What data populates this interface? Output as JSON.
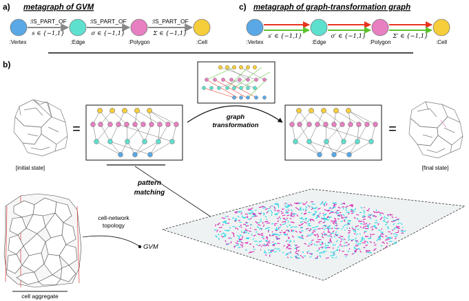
{
  "panel_a": {
    "letter": "a)",
    "title": "metagraph of GVM",
    "nodes": [
      {
        "label": ":Vertex",
        "color": "#5aa9e6"
      },
      {
        "label": ":Edge",
        "color": "#5ee0cf"
      },
      {
        "label": ":Polygon",
        "color": "#e77fc0"
      },
      {
        "label": ":Cell",
        "color": "#f6cd3a"
      }
    ],
    "edges": [
      {
        "rel": ":IS_PART_OF",
        "cond": "s ∈ {−1,1}"
      },
      {
        "rel": ":IS_PART_OF",
        "cond": "σ ∈ {−1,1}"
      },
      {
        "rel": ":IS_PART_OF",
        "cond": "Σ ∈ {−1,1}"
      }
    ]
  },
  "panel_c": {
    "letter": "c)",
    "title": "metagraph of graph-transformation graph",
    "nodes": [
      {
        "label": ":Vertex",
        "color": "#5aa9e6"
      },
      {
        "label": ":Edge",
        "color": "#5ee0cf"
      },
      {
        "label": ":Polygon",
        "color": "#e77fc0"
      },
      {
        "label": ":Cell",
        "color": "#f6cd3a"
      }
    ],
    "edges": [
      {
        "cond": "s′ ∈ {−1,1}"
      },
      {
        "cond": "σ′ ∈ {−1,1}"
      },
      {
        "cond": "Σ′ ∈ {−1,1}"
      }
    ],
    "arrow_colors": {
      "top": "#e8321e",
      "bottom": "#59c22b"
    }
  },
  "panel_b": {
    "letter": "b)",
    "initial_state": "[initial state]",
    "final_state": "[final state]",
    "equals": "=",
    "graph_transformation_line1": "graph",
    "graph_transformation_line2": "transformation",
    "pattern_matching_line1": "pattern",
    "pattern_matching_line2": "matching",
    "cell_network_line1": "cell-network",
    "cell_network_line2": "topology",
    "gvm": "GVM",
    "cell_aggregate": "cell aggregate"
  },
  "colors": {
    "vertex": "#5aa9e6",
    "edge": "#5ee0cf",
    "polygon": "#e77fc0",
    "cell": "#f6cd3a",
    "arrow_grey": "#888888",
    "red": "#e8321e",
    "green": "#59c22b",
    "magenta": "#d81fb4",
    "cyan": "#22d6e6"
  }
}
